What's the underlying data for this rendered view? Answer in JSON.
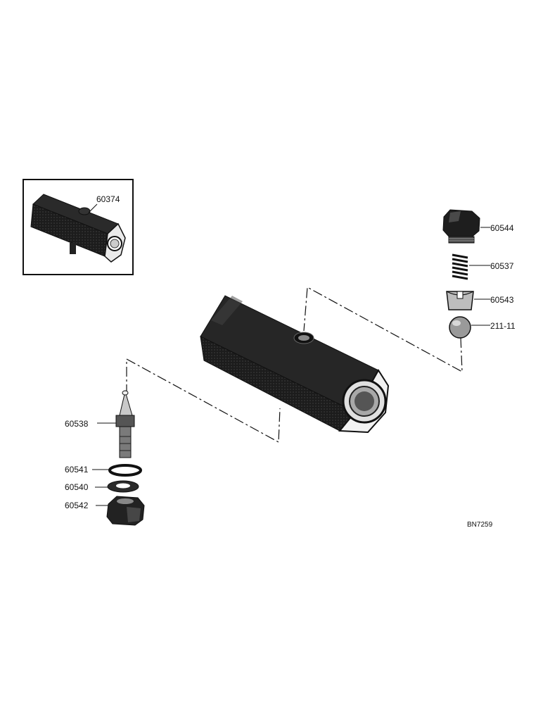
{
  "inset": {
    "part_number": "60374"
  },
  "parts": [
    {
      "id": "plug",
      "part_number": "60544"
    },
    {
      "id": "spring",
      "part_number": "60537"
    },
    {
      "id": "ball-guide",
      "part_number": "60543"
    },
    {
      "id": "ball",
      "part_number": "211-11"
    },
    {
      "id": "needle-valve",
      "part_number": "60538"
    },
    {
      "id": "o-ring",
      "part_number": "60541"
    },
    {
      "id": "washer",
      "part_number": "60540"
    },
    {
      "id": "nut",
      "part_number": "60542"
    }
  ],
  "drawing_code": "BN7259"
}
